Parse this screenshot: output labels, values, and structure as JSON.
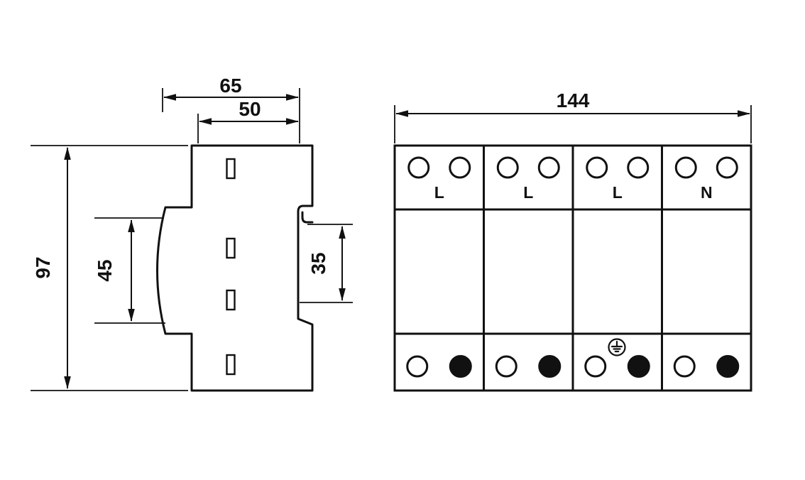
{
  "side_view": {
    "dimensions": {
      "total_depth": "65",
      "body_depth": "50",
      "total_height": "97",
      "front_section_height": "45",
      "din_rail_slot_height": "35"
    }
  },
  "front_view": {
    "dimensions": {
      "total_width": "144"
    },
    "modules": [
      {
        "label": "L",
        "top_terminals": [
          "open",
          "open"
        ],
        "bottom_left_terminal": "open",
        "bottom_right_terminal": "filled",
        "ground_symbol": false
      },
      {
        "label": "L",
        "top_terminals": [
          "open",
          "open"
        ],
        "bottom_left_terminal": "open",
        "bottom_right_terminal": "filled",
        "ground_symbol": false
      },
      {
        "label": "L",
        "top_terminals": [
          "open",
          "open"
        ],
        "bottom_left_terminal": "open",
        "bottom_right_terminal": "filled",
        "ground_symbol": true
      },
      {
        "label": "N",
        "top_terminals": [
          "open",
          "open"
        ],
        "bottom_left_terminal": "open",
        "bottom_right_terminal": "filled",
        "ground_symbol": false
      }
    ]
  },
  "colors": {
    "line": "#111111",
    "background": "#ffffff"
  }
}
